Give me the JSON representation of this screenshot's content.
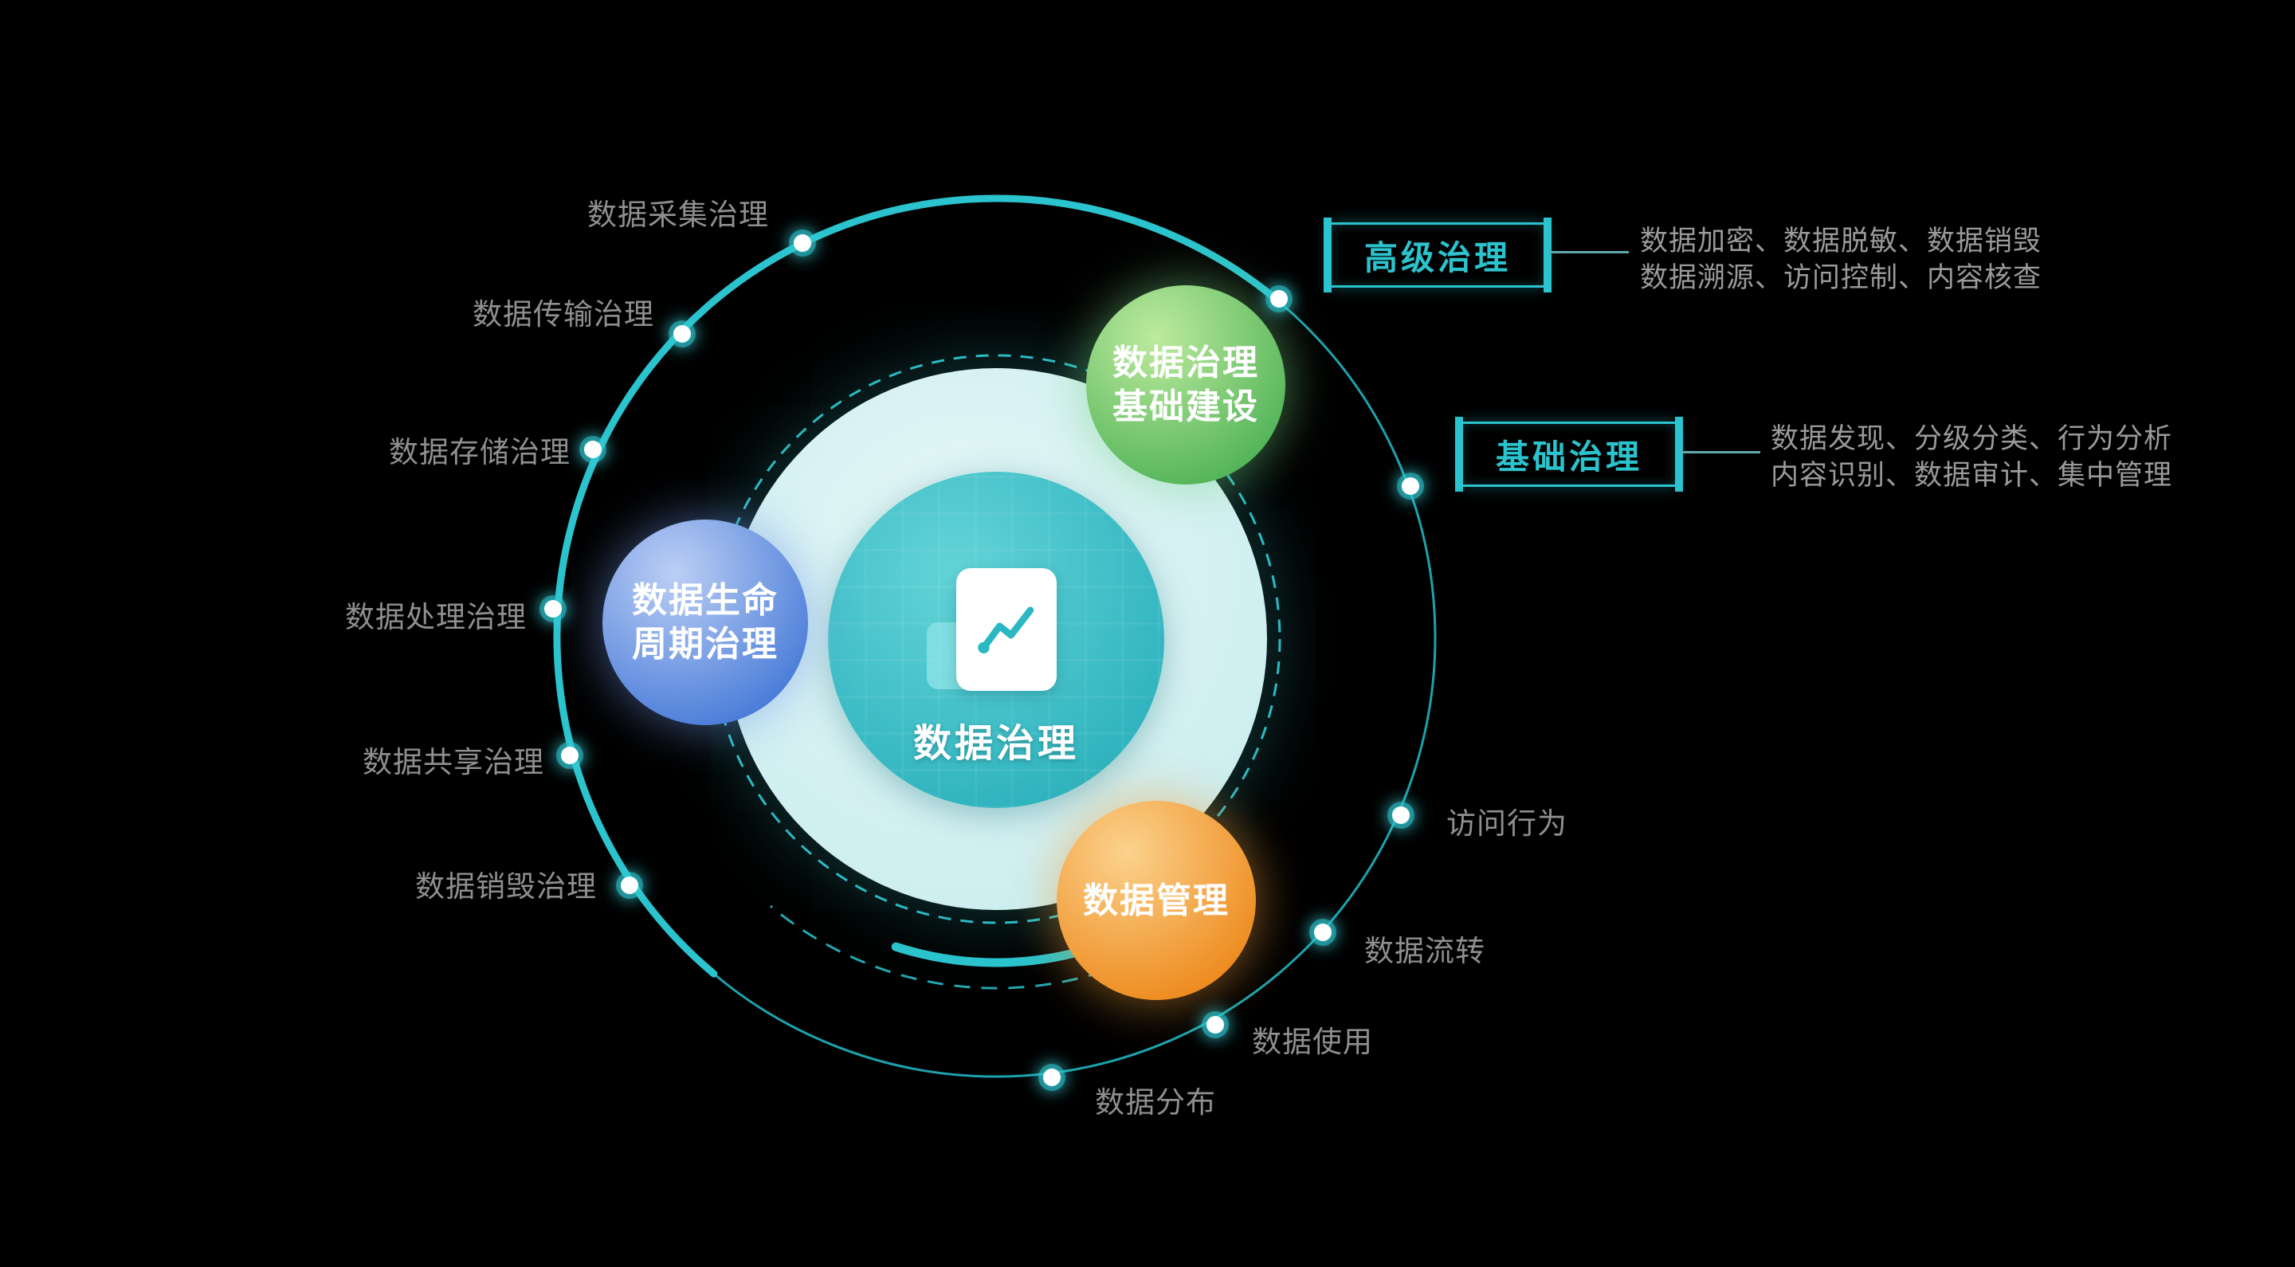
{
  "diagram": {
    "center": {
      "title": "数据治理"
    },
    "satellites": {
      "green": {
        "line1": "数据治理",
        "line2": "基础建设"
      },
      "blue": {
        "line1": "数据生命",
        "line2": "周期治理"
      },
      "orange": {
        "line1": "数据管理"
      }
    },
    "orbit_labels": {
      "left": [
        "数据采集治理",
        "数据传输治理",
        "数据存储治理",
        "数据处理治理",
        "数据共享治理",
        "数据销毁治理"
      ],
      "right": [
        "访问行为",
        "数据流转",
        "数据使用",
        "数据分布"
      ]
    },
    "callouts": [
      {
        "title": "高级治理",
        "line1": "数据加密、数据脱敏、数据销毁",
        "line2": "数据溯源、访问控制、内容核查"
      },
      {
        "title": "基础治理",
        "line1": "数据发现、分级分类、行为分析",
        "line2": "内容识别、数据审计、集中管理"
      }
    ],
    "colors": {
      "accent_teal": "#2bc3cd",
      "label_gray": "#8f8f8f",
      "green": "#55b55a",
      "blue": "#4c7ed9",
      "orange": "#ee8c20",
      "background": "#000000"
    }
  }
}
